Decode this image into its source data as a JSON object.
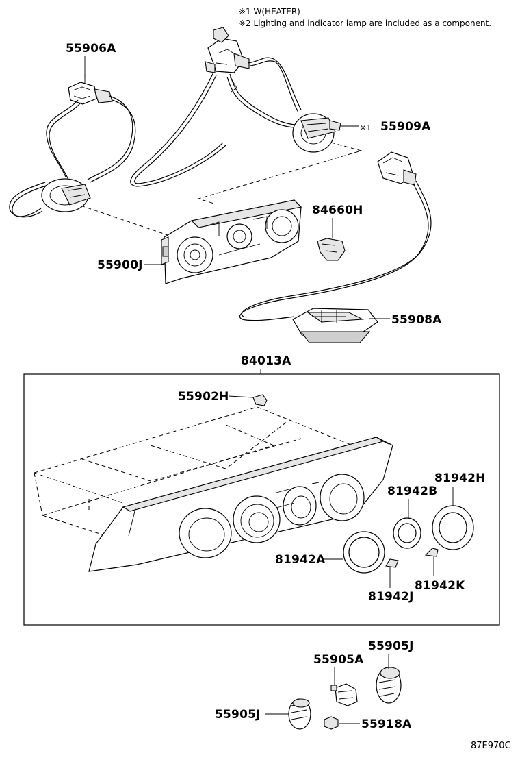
{
  "notes": {
    "note1": "※1 W(HEATER)",
    "note2": "※2 Lighting and indicator lamp are included as a component."
  },
  "labels": {
    "p55906A": "55906A",
    "p55909A_mark": "※1",
    "p55909A": "55909A",
    "p84660H": "84660H",
    "p55900J": "55900J",
    "p55908A": "55908A",
    "p84013A": "84013A",
    "p55902H": "55902H",
    "p81942H": "81942H",
    "p81942B": "81942B",
    "p81942A": "81942A",
    "p81942K": "81942K",
    "p81942J": "81942J",
    "p55905J_top": "55905J",
    "p55905A": "55905A",
    "p55905J_left": "55905J",
    "p55918A": "55918A"
  },
  "diagram_code": "87E970C"
}
